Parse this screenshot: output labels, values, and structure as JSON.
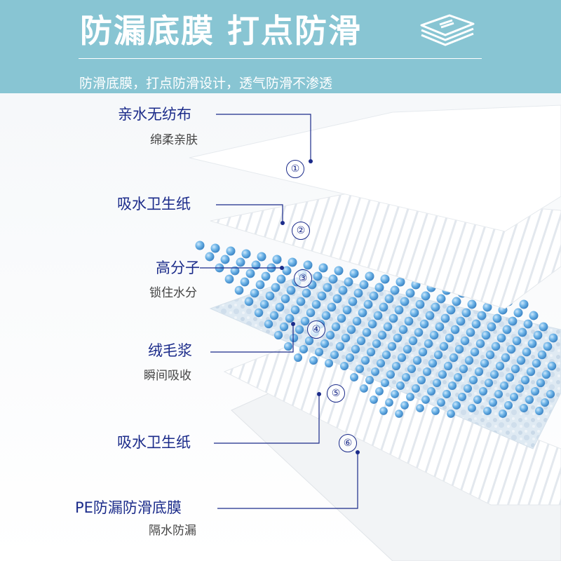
{
  "header": {
    "title": "防漏底膜 打点防滑",
    "subtitle": "防滑底膜，打点防滑设计，透气防滑不渗透",
    "icon": "stacked-pads-icon",
    "background_color": "#88c5d3"
  },
  "layers": [
    {
      "number": "①",
      "title": "亲水无纺布",
      "subtitle": "绵柔亲肤"
    },
    {
      "number": "②",
      "title": "吸水卫生纸",
      "subtitle": ""
    },
    {
      "number": "③",
      "title": "高分子",
      "subtitle": "锁住水分"
    },
    {
      "number": "④",
      "title": "绒毛浆",
      "subtitle": "瞬间吸收"
    },
    {
      "number": "⑤",
      "title": "",
      "subtitle": ""
    },
    {
      "number": "⑥",
      "title": "吸水卫生纸",
      "subtitle": ""
    },
    {
      "number": "",
      "title": "PE防漏防滑底膜",
      "subtitle": "隔水防漏"
    }
  ],
  "colors": {
    "label_text": "#1b2b8a",
    "sub_text": "#444444",
    "bead": "#5aa8e0"
  }
}
